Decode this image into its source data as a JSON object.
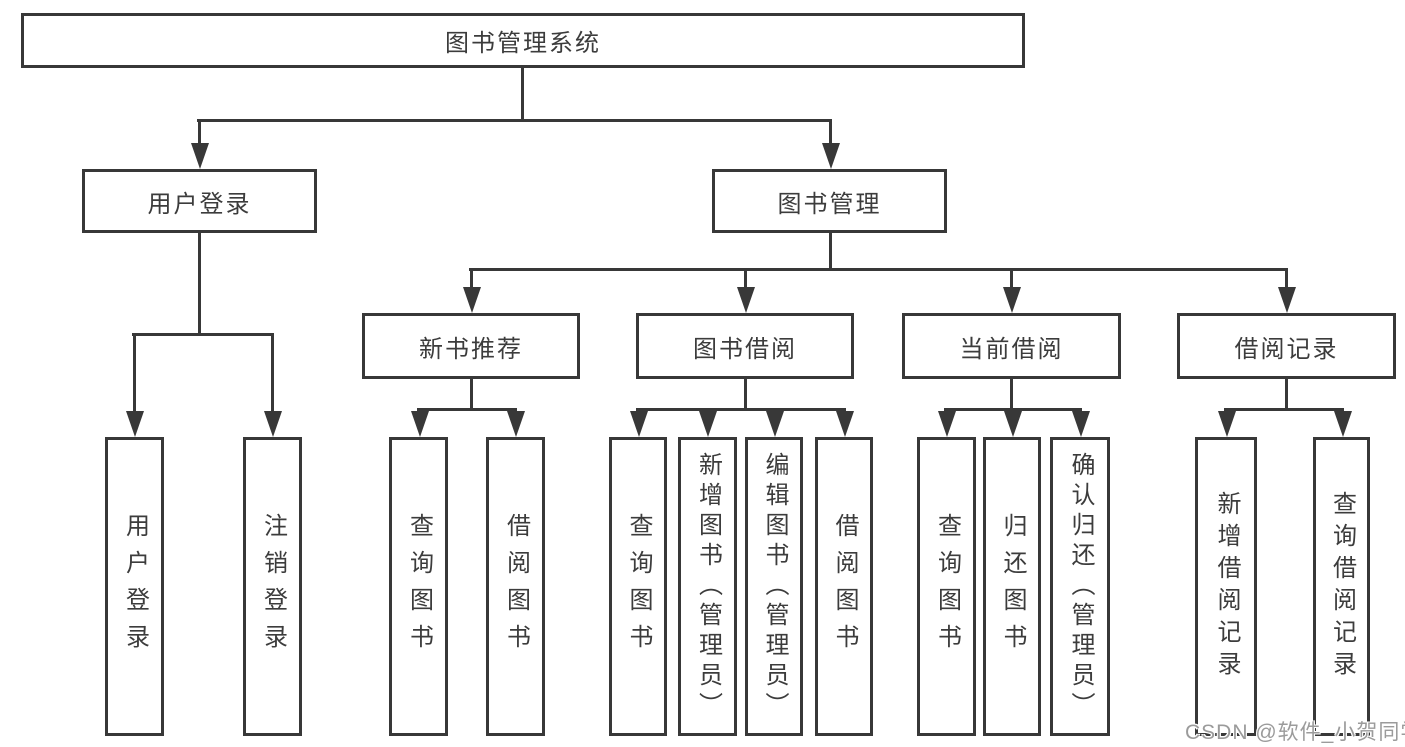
{
  "diagram": {
    "title": "图书管理系统",
    "branches": [
      {
        "id": "user-login",
        "label": "用户登录",
        "children": [
          {
            "id": "login",
            "label": "用户登录"
          },
          {
            "id": "logout",
            "label": "注销登录"
          }
        ]
      },
      {
        "id": "book-management",
        "label": "图书管理",
        "children": [
          {
            "id": "new-book-recommend",
            "label": "新书推荐",
            "children": [
              {
                "id": "query-book",
                "label": "查询图书"
              },
              {
                "id": "borrow-book",
                "label": "借阅图书"
              }
            ]
          },
          {
            "id": "book-borrow",
            "label": "图书借阅",
            "children": [
              {
                "id": "query-book",
                "label": "查询图书"
              },
              {
                "id": "add-book",
                "label": "新增图书（管理员）"
              },
              {
                "id": "edit-book",
                "label": "编辑图书（管理员）"
              },
              {
                "id": "borrow-book",
                "label": "借阅图书"
              }
            ]
          },
          {
            "id": "current-borrow",
            "label": "当前借阅",
            "children": [
              {
                "id": "query-book",
                "label": "查询图书"
              },
              {
                "id": "return-book",
                "label": "归还图书"
              },
              {
                "id": "confirm-return",
                "label": "确认归还（管理员）"
              }
            ]
          },
          {
            "id": "borrow-record",
            "label": "借阅记录",
            "children": [
              {
                "id": "add-borrow-record",
                "label": "新增借阅记录"
              },
              {
                "id": "query-borrow-record",
                "label": "查询借阅记录"
              }
            ]
          }
        ]
      }
    ]
  },
  "watermark": {
    "text": "CSDN @软件_小贺同学"
  },
  "colors": {
    "line": "#383838",
    "text": "#3c3c3c",
    "watermark": "#9b9b9b",
    "background": "#ffffff"
  }
}
